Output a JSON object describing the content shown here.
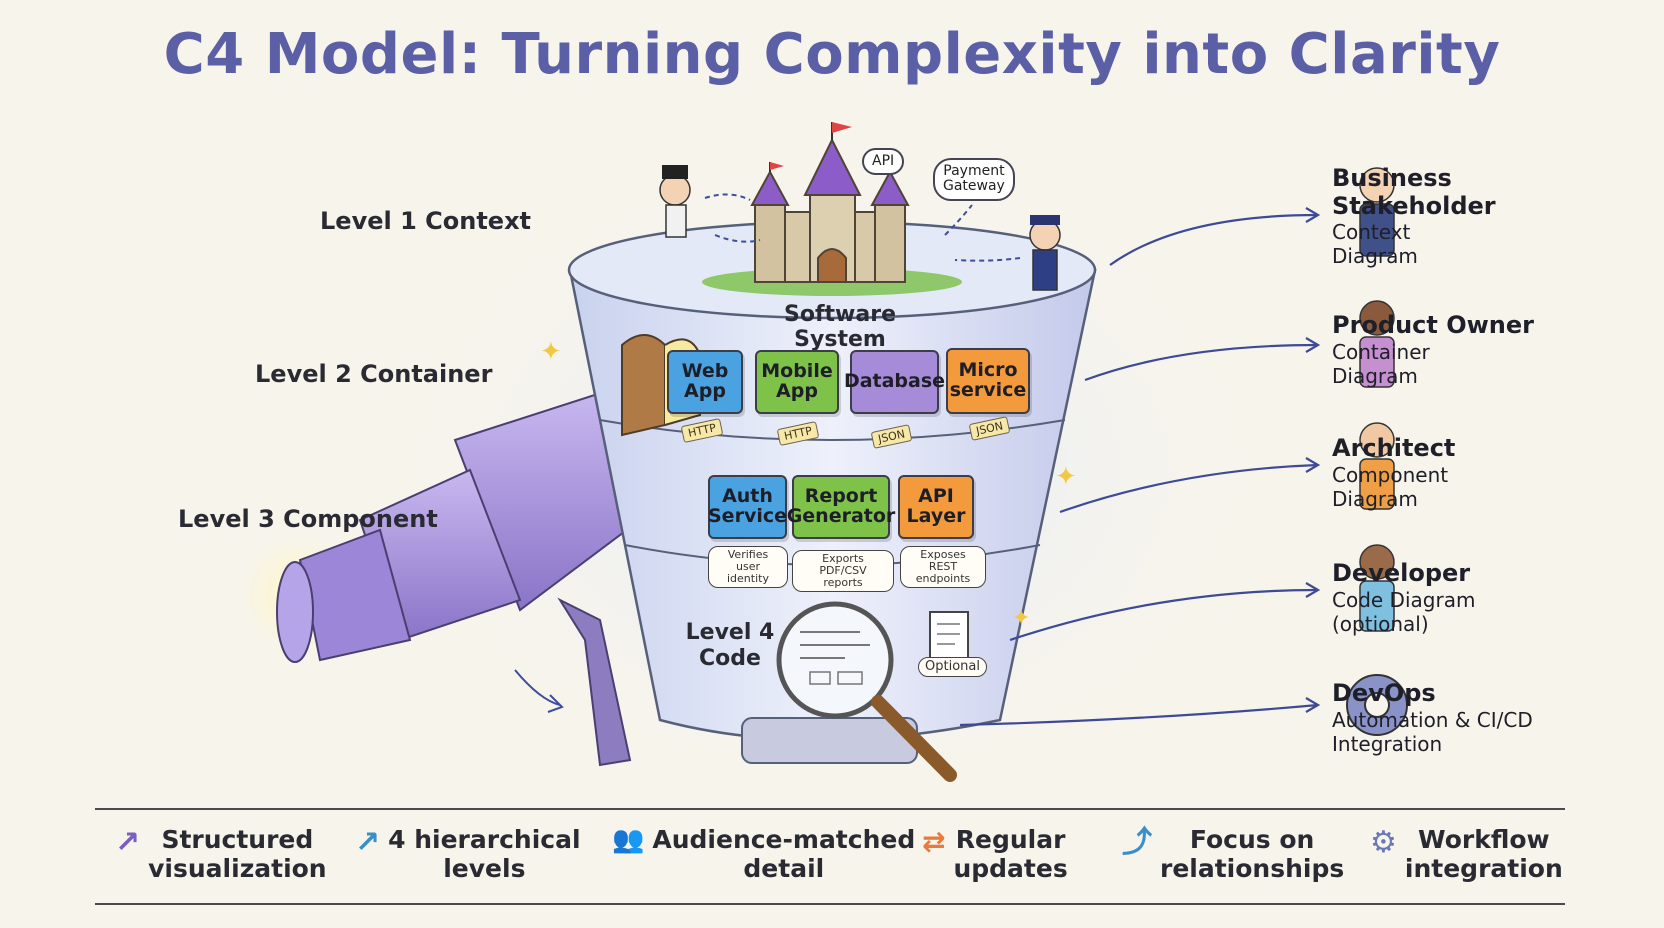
{
  "title": "C4 Model: Turning Complexity into Clarity",
  "levels": {
    "l1": "Level 1 Context",
    "l2": "Level 2 Container",
    "l3": "Level 3 Component",
    "l4a": "Level 4",
    "l4b": "Code"
  },
  "software_system": "Software System",
  "bubbles": {
    "api": "API",
    "payment1": "Payment",
    "payment2": "Gateway"
  },
  "containers": [
    {
      "l1": "Web",
      "l2": "App",
      "color": "#4aa3e0"
    },
    {
      "l1": "Mobile",
      "l2": "App",
      "color": "#7fc24a"
    },
    {
      "l1": "Database",
      "l2": "",
      "color": "#a58bd8"
    },
    {
      "l1": "Micro",
      "l2": "service",
      "color": "#f39a3c"
    }
  ],
  "tags": [
    "HTTP",
    "HTTP",
    "JSON",
    "JSON"
  ],
  "components": [
    {
      "l1": "Auth",
      "l2": "Service",
      "color": "#4aa3e0",
      "n1": "Verifies user",
      "n2": "identity"
    },
    {
      "l1": "Report",
      "l2": "Generator",
      "color": "#7fc24a",
      "n1": "Exports PDF/CSV",
      "n2": "reports"
    },
    {
      "l1": "API",
      "l2": "Layer",
      "color": "#f39a3c",
      "n1": "Exposes REST",
      "n2": "endpoints"
    }
  ],
  "optional_note": "Optional",
  "personas": [
    {
      "name1": "Business",
      "name2": "Stakeholder",
      "sub1": "Context",
      "sub2": "Diagram"
    },
    {
      "name1": "Product Owner",
      "name2": "",
      "sub1": "Container",
      "sub2": "Diagram"
    },
    {
      "name1": "Architect",
      "name2": "",
      "sub1": "Component",
      "sub2": "Diagram"
    },
    {
      "name1": "Developer",
      "name2": "",
      "sub1": "Code Diagram",
      "sub2": "(optional)"
    },
    {
      "name1": "DevOps",
      "name2": "",
      "sub1": "Automation & CI/CD",
      "sub2": "Integration"
    }
  ],
  "footer": [
    {
      "l1": "Structured",
      "l2": "visualization",
      "icon": "arrow-up-right-icon"
    },
    {
      "l1": "4 hierarchical",
      "l2": "levels",
      "icon": "arrow-up-right-icon"
    },
    {
      "l1": "Audience-matched",
      "l2": "detail",
      "icon": "people-icon"
    },
    {
      "l1": "Regular",
      "l2": "updates",
      "icon": "sync-arrows-icon"
    },
    {
      "l1": "Focus on",
      "l2": "relationships",
      "icon": "curved-arrow-icon"
    },
    {
      "l1": "Workflow",
      "l2": "integration",
      "icon": "gear-icon"
    }
  ]
}
